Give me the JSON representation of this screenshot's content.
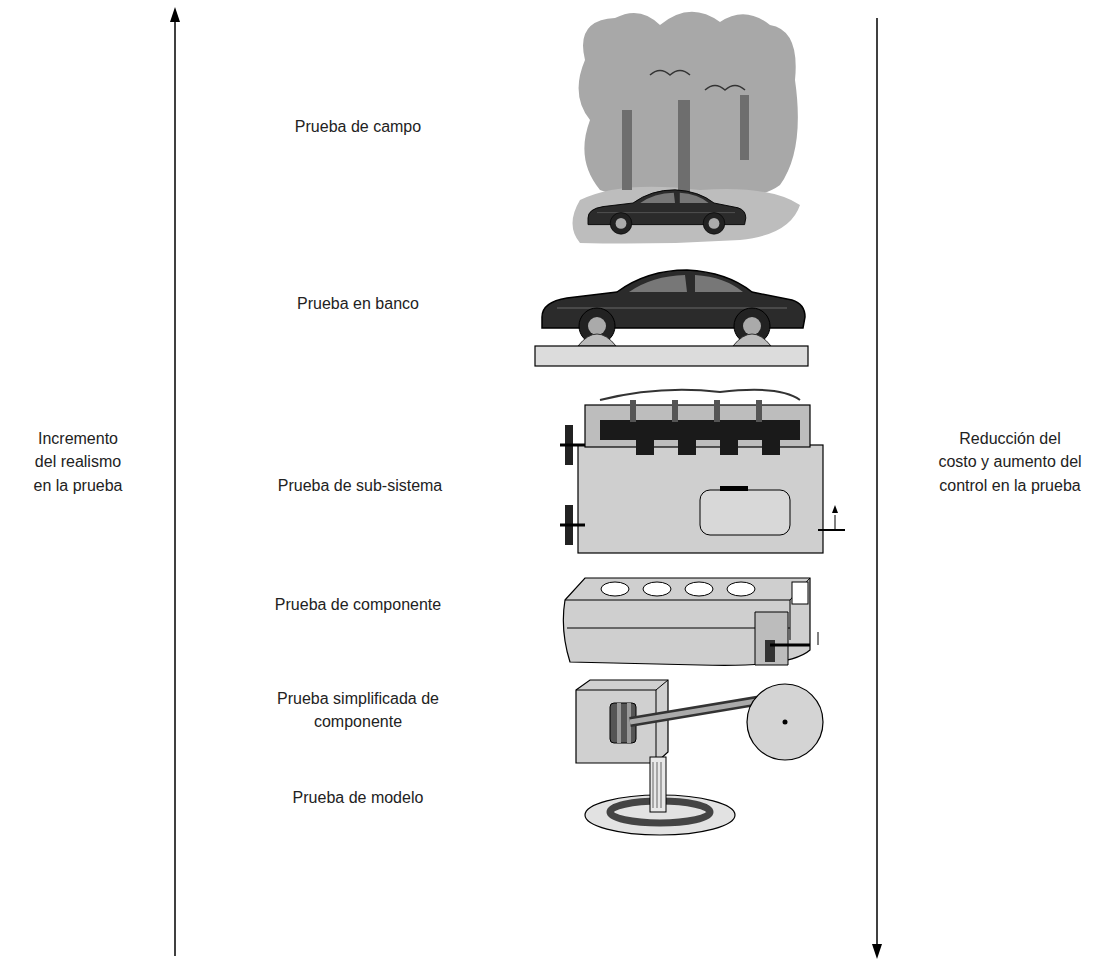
{
  "diagram": {
    "labels": [
      "Prueba de campo",
      "Prueba en banco",
      "Incremento del realismo en la prueba",
      "Prueba de sub-sistema",
      "Reducción del costo y aumento del control en la prueba",
      "Prueba de componente",
      "Prueba simplificada de componente",
      "Prueba de modelo"
    ]
  }
}
